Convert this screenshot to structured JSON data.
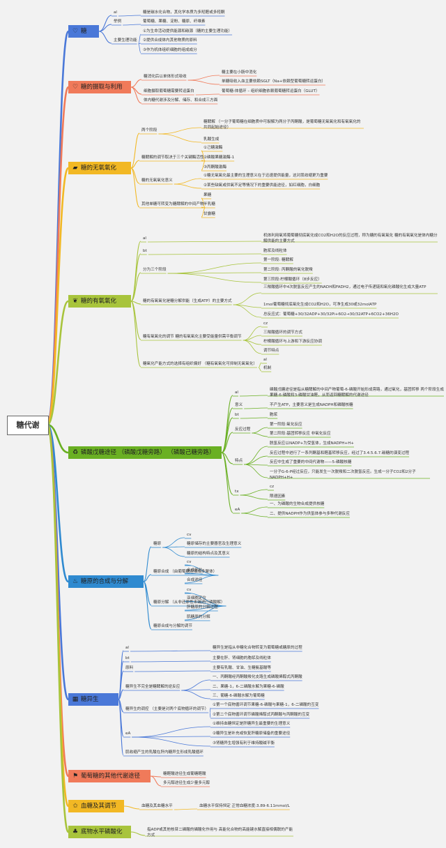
{
  "root": "糖代谢",
  "branches": [
    {
      "label": "糖",
      "icon": "heart-icon",
      "icon_char": "♡",
      "color": "#4a78d8",
      "children": [
        {
          "label": "al",
          "children": [
            {
              "label": "糖是碳水化合物，其化学本质为多羟醛或多羟酮"
            }
          ]
        },
        {
          "label": "举例",
          "children": [
            {
              "label": "葡萄糖、果糖、淀粉、糖原、纤维素"
            }
          ]
        },
        {
          "label": "主要生理功能",
          "children": [
            {
              "label": "①为生命活动提供能源和碳源（糖的主要生理功能）"
            },
            {
              "label": "②提供合成体内其他物质的原料"
            },
            {
              "label": "③作为机体组织细胞的组成成分"
            }
          ]
        }
      ]
    },
    {
      "label": "糖的摄取与利用",
      "icon": "heart-icon",
      "icon_char": "♡",
      "color": "#f07a5a",
      "children": [
        {
          "label": "糖消化后以单体形式吸收",
          "children": [
            {
              "label": "糖主要在小肠中消化"
            },
            {
              "label": "单糖吸收入血主要依赖SGLT（Na+依赖型葡萄糖转运蛋白）"
            }
          ]
        },
        {
          "label": "细胞摄取葡萄糖需要转运蛋白",
          "children": [
            {
              "label": "葡萄糖-体循环 – 组织细胞依赖葡萄糖转运蛋白（GLUT）"
            }
          ]
        },
        {
          "label": "体内糖代谢涉及分解、储存、和合成三方面",
          "children": []
        }
      ]
    },
    {
      "label": "糖的无氧氧化",
      "icon": "flag-icon",
      "icon_char": "▰",
      "color": "#f2b824",
      "children": [
        {
          "label": "两个阶段",
          "children": [
            {
              "label": "糖酵解 （一分子葡萄糖在细胞质中可裂解为两分子丙酮酸，是葡萄糖无氧氧化和有氧氧化的共同起始途径）"
            },
            {
              "label": "乳酸生成"
            }
          ]
        },
        {
          "label": "糖酵解的调节取决于三个关键酶活性",
          "children": [
            {
              "label": "①己糖激酶"
            },
            {
              "label": "②磷酸果糖激酶-1"
            },
            {
              "label": "③丙酮酸激酶"
            }
          ]
        },
        {
          "label": "糖的无氧氧化意义",
          "children": [
            {
              "label": "①糖无氧氧化最主要的生理意义在于迅速提供能量，这对肌收缩更为重要"
            },
            {
              "label": "②某些缺氧或供氧不足等情况下的重要供能途径，如红细胞，白细胞"
            }
          ]
        },
        {
          "label": "其他单糖可转变为糖酵解的中间产物",
          "children": [
            {
              "label": "果糖"
            },
            {
              "label": "半乳糖"
            },
            {
              "label": "甘露糖"
            }
          ]
        }
      ]
    },
    {
      "label": "糖的有氧氧化",
      "icon": "leaf-icon",
      "icon_char": "❦",
      "color": "#a8c43c",
      "children": [
        {
          "label": "al",
          "children": [
            {
              "label": "机体利用氧将葡萄糖彻底氧化成CO2和H2O的反应过程，称为糖的有氧氧化 糖的有氧氧化是体内糖分解供能的主要方式"
            }
          ]
        },
        {
          "label": "bt",
          "children": [
            {
              "label": "胞浆及线粒体"
            }
          ]
        },
        {
          "label": "分为三个阶段",
          "children": [
            {
              "label": "第一阶段: 糖酵解"
            },
            {
              "label": "第二阶段: 丙酮酸的氧化脱羧"
            },
            {
              "label": "第三阶段:柠檬酸循环（8步反应）"
            }
          ]
        },
        {
          "label": "糖的有氧氧化是糖分解供能（生成ATP）的主要方式",
          "children": [
            {
              "label": "三羧酸循环中4次脱氢反应产生的NADH和FADH2，通过电子传递链和氧化磷酸化生成大量ATP"
            },
            {
              "label": "1mol葡萄糖彻底氧化生成CO2和H2O，可净生成30或32molATP"
            },
            {
              "label": "总反应式：葡萄糖+30/32ADP+30/32Pi+6O2→30/32ATP+6CO2+36H2O"
            }
          ]
        },
        {
          "label": "糖有氧氧化的调节 糖的有氧氧化主要受能量供需平衡调节",
          "children": [
            {
              "label": "cz"
            },
            {
              "label": "三羧酸循环的调节方式"
            },
            {
              "label": "柠檬酸循环与上游和下游反应协调"
            },
            {
              "label": "调节特点"
            }
          ]
        },
        {
          "label": "糖氧化产能方式的选择有组织偏好 （糖有氧氧化可抑制无氧氧化）",
          "children": [
            {
              "label": "al"
            },
            {
              "label": "机制"
            }
          ]
        }
      ]
    },
    {
      "label": "磷酸戊糖途径 （磷酸戊糖旁路） （磷酸己糖旁路）",
      "icon": "recycle-icon",
      "icon_char": "♻",
      "color": "#6ab023",
      "children": [
        {
          "label": "al",
          "children": [
            {
              "label": "磷酸戊糖途径是指从糖酵解的中间产物葡萄-6-磷酸开始形成旁路，通过氧化，基团转移 两个阶段生成果糖-6-磷酸和3-磷酸甘油醛，从而返回糖酵解的代谢途径"
            }
          ]
        },
        {
          "label": "意义",
          "children": [
            {
              "label": "不产生ATP，主要意义是生成NADPH和磷酸核糖"
            }
          ]
        },
        {
          "label": "bt",
          "children": [
            {
              "label": "胞浆"
            }
          ]
        },
        {
          "label": "反应过程",
          "children": [
            {
              "label": "第一阶段:氧化反应"
            },
            {
              "label": "第二阶段:基团转移反应 非氧化反应"
            }
          ]
        },
        {
          "label": "特点",
          "children": [
            {
              "label": "脱氢反应以NADP+为受氢体，生成NADPH+H+"
            },
            {
              "label": "反应过程中进行了一系列酮基和醛基转移反应，经过了3.4.5.6.7.碳糖的演变过程"
            },
            {
              "label": "反应中生成了重要的中间代谢物——5-磷酸核糖"
            },
            {
              "label": "一分子G-6-P经过反应，只能发生一次脱羧和二次脱氢反应。生成一分子CO2和2分子NADPH+H+"
            }
          ]
        },
        {
          "label": "tx",
          "children": [
            {
              "label": "cz"
            },
            {
              "label": "限速因素"
            }
          ]
        },
        {
          "label": "eA",
          "children": [
            {
              "label": "一、为磷酸的生物合成提供核糖"
            },
            {
              "label": "二、提供NADPH作为供氢体参与多种代谢反应"
            }
          ]
        }
      ]
    },
    {
      "label": "糖原的合成与分解",
      "icon": "fire-icon",
      "icon_char": "♨",
      "color": "#2f8ad0",
      "children": [
        {
          "label": "糖原",
          "children": [
            {
              "label": "cv"
            },
            {
              "label": "糖原储存的主要器官及生理意义"
            },
            {
              "label": "糖原的结构特点及其意义"
            }
          ]
        },
        {
          "label": "糖原合成 （由葡萄糖连接成多聚体）",
          "children": [
            {
              "label": "cv"
            },
            {
              "label": "合成部位"
            },
            {
              "label": "合成途径"
            }
          ]
        },
        {
          "label": "糖原分解 （从非还原性末端进行磷酸解）",
          "children": [
            {
              "label": "cv"
            },
            {
              "label": "亚细胞定位"
            },
            {
              "label": "肝糖原的分解过程"
            },
            {
              "label": "肌糖原的分解"
            }
          ]
        },
        {
          "label": "糖原合成与分解的调节",
          "children": []
        }
      ]
    },
    {
      "label": "糖异生",
      "icon": "grid-icon",
      "icon_char": "▦",
      "color": "#4a78d8",
      "children": [
        {
          "label": "al",
          "children": [
            {
              "label": "糖异生是指从非糖化合物转变为葡萄糖或糖原的过程"
            }
          ]
        },
        {
          "label": "bt",
          "children": [
            {
              "label": "主要在肝、肾细胞的胞浆及线粒体"
            }
          ]
        },
        {
          "label": "原料",
          "children": [
            {
              "label": "主要有乳酸、甘油、生糖氨基酸等"
            }
          ]
        },
        {
          "label": "糖异生不完全是糖酵解的逆反应",
          "children": [
            {
              "label": "一、丙酮酸经丙酮酸羧化支路生成磷酸烯醇式丙酮酸"
            },
            {
              "label": "二、果糖-1，6-二磷酸水解为果糖-6-磷酸"
            },
            {
              "label": "三、葡糖-6-磷酸水解为葡萄糖"
            }
          ]
        },
        {
          "label": "糖异生的调控 （主要是对两个底物循环的调节）",
          "children": [
            {
              "label": "①第一个底物循环调节果糖-6-磷酸与果糖-1，6-二磷酸的互变"
            },
            {
              "label": "②第二个底物循环调节磷酸烯醇式丙酮酸与丙酮酸的互变"
            }
          ]
        },
        {
          "label": "eA",
          "children": [
            {
              "label": "①维持血糖恒定是肝糖异生最重要的生理意义"
            },
            {
              "label": "②糖异生是补充或恢复肝糖原储备的重要途径"
            },
            {
              "label": "③肾糖异生增强有利于维持酸碱平衡"
            }
          ]
        },
        {
          "label": "肌收缩产生的乳酸在肝内糖异生形成乳酸循环",
          "children": []
        }
      ]
    },
    {
      "label": "葡萄糖的其他代谢途径",
      "icon": "flag-icon",
      "icon_char": "⚑",
      "color": "#f07a5a",
      "children": [
        {
          "label": "糖醛酸途径生成葡糖醛酸",
          "children": []
        },
        {
          "label": "多元醇途径生成少量多元醇",
          "children": []
        }
      ]
    },
    {
      "label": "血糖及其调节",
      "icon": "star-icon",
      "icon_char": "✩",
      "color": "#f2b824",
      "children": [
        {
          "label": "血糖及其血糖水平",
          "children": [
            {
              "label": "血糖水平保持恒定 正常血糖浓度:3.89-6.11mmol/L"
            }
          ]
        }
      ]
    },
    {
      "label": "底物水平磷酸化",
      "icon": "gift-icon",
      "icon_char": "♣",
      "color": "#a8c43c",
      "children": [
        {
          "label": "指ADP或其他核苷二磷酸的磷酸化作用与 高能化合物的高能键水解直接相偶联的产能方式",
          "children": []
        }
      ]
    }
  ]
}
